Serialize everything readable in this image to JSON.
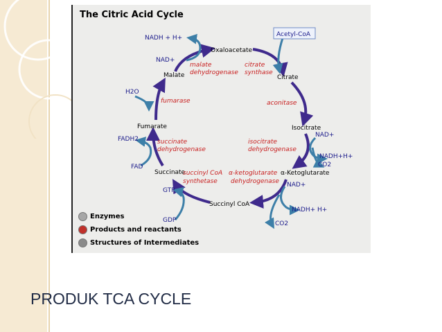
{
  "diagram": {
    "title": "The Citric Acid Cycle",
    "intermediates": {
      "oxaloacetate": "Oxaloacetate",
      "citrate": "Citrate",
      "isocitrate": "Isocitrate",
      "ketoglutarate": "α-Ketoglutarate",
      "succinyl_coa": "Succinyl CoA",
      "succinate": "Succinate",
      "fumarate": "Fumarate",
      "malate": "Malate"
    },
    "enzymes": {
      "citrate_synthase": [
        "citrate",
        "synthase"
      ],
      "aconitase": "aconitase",
      "isocitrate_dehydrogenase": [
        "isocitrate",
        "dehydrogenase"
      ],
      "akg_dehydrogenase": [
        "α-ketoglutarate",
        "dehydrogenase"
      ],
      "succinyl_coa_synthetase": [
        "succinyl CoA",
        "synthetase"
      ],
      "succinate_dehydrogenase": [
        "succinate",
        "dehydrogenase"
      ],
      "fumarase": "fumarase",
      "malate_dehydrogenase": [
        "malate",
        "dehydrogenase"
      ]
    },
    "reactants": {
      "acetyl_coa": "Acetyl-CoA",
      "nadh_h_top": "NADH + H+",
      "nad_top": "NAD+",
      "h2o": "H2O",
      "fadh2": "FADH2",
      "fad": "FAD",
      "nad_iso": "NAD+",
      "nadh_h_iso": "NADH+H+",
      "co2_iso": "CO2",
      "nad_akg": "NAD+",
      "nadh_h_akg": "NADH+ H+",
      "co2_akg": "CO2",
      "gtp": "GTP",
      "gdp": "GDP"
    },
    "legend": [
      {
        "label": "Enzymes",
        "color": "#a7a7a7"
      },
      {
        "label": "Products and reactants",
        "color": "#c0302a"
      },
      {
        "label": "Structures of Intermediates",
        "color": "#8a8a8a"
      }
    ],
    "colors": {
      "cycle_arrow": "#3f2a8c",
      "side_arrow": "#3d7fa8",
      "enzyme_text": "#c81e1e"
    }
  },
  "slide": {
    "title": "PRODUK TCA CYCLE"
  }
}
